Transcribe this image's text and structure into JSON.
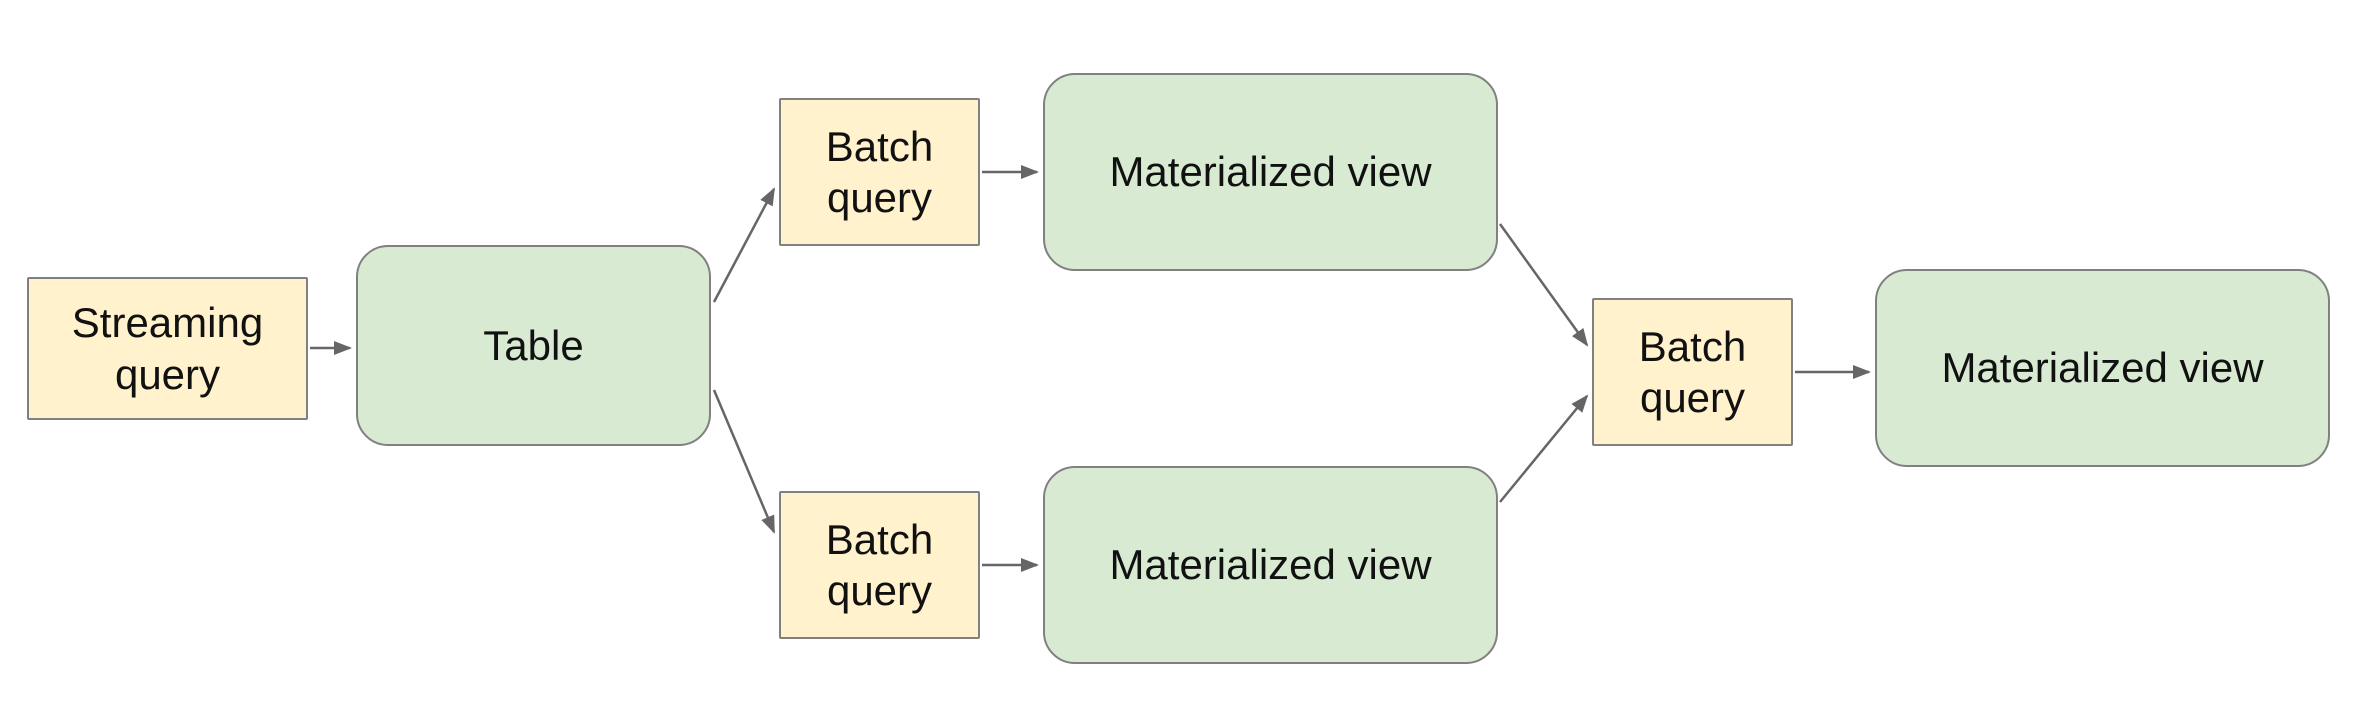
{
  "diagram": {
    "type": "flowchart",
    "nodes": [
      {
        "id": "streaming-query",
        "label": "Streaming query",
        "kind": "query"
      },
      {
        "id": "table",
        "label": "Table",
        "kind": "dataset"
      },
      {
        "id": "batch-query-top",
        "label": "Batch query",
        "kind": "query"
      },
      {
        "id": "materialized-view-top",
        "label": "Materialized view",
        "kind": "dataset"
      },
      {
        "id": "batch-query-bottom",
        "label": "Batch query",
        "kind": "query"
      },
      {
        "id": "materialized-view-bottom",
        "label": "Materialized view",
        "kind": "dataset"
      },
      {
        "id": "batch-query-right",
        "label": "Batch query",
        "kind": "query"
      },
      {
        "id": "materialized-view-right",
        "label": "Materialized view",
        "kind": "dataset"
      }
    ],
    "edges": [
      {
        "from": "streaming-query",
        "to": "table"
      },
      {
        "from": "table",
        "to": "batch-query-top"
      },
      {
        "from": "table",
        "to": "batch-query-bottom"
      },
      {
        "from": "batch-query-top",
        "to": "materialized-view-top"
      },
      {
        "from": "batch-query-bottom",
        "to": "materialized-view-bottom"
      },
      {
        "from": "materialized-view-top",
        "to": "batch-query-right"
      },
      {
        "from": "materialized-view-bottom",
        "to": "batch-query-right"
      },
      {
        "from": "batch-query-right",
        "to": "materialized-view-right"
      }
    ],
    "colors": {
      "query_fill": "#fff2cc",
      "dataset_fill": "#d9ead3",
      "border": "#808080",
      "arrow": "#666666",
      "background": "#ffffff"
    }
  }
}
